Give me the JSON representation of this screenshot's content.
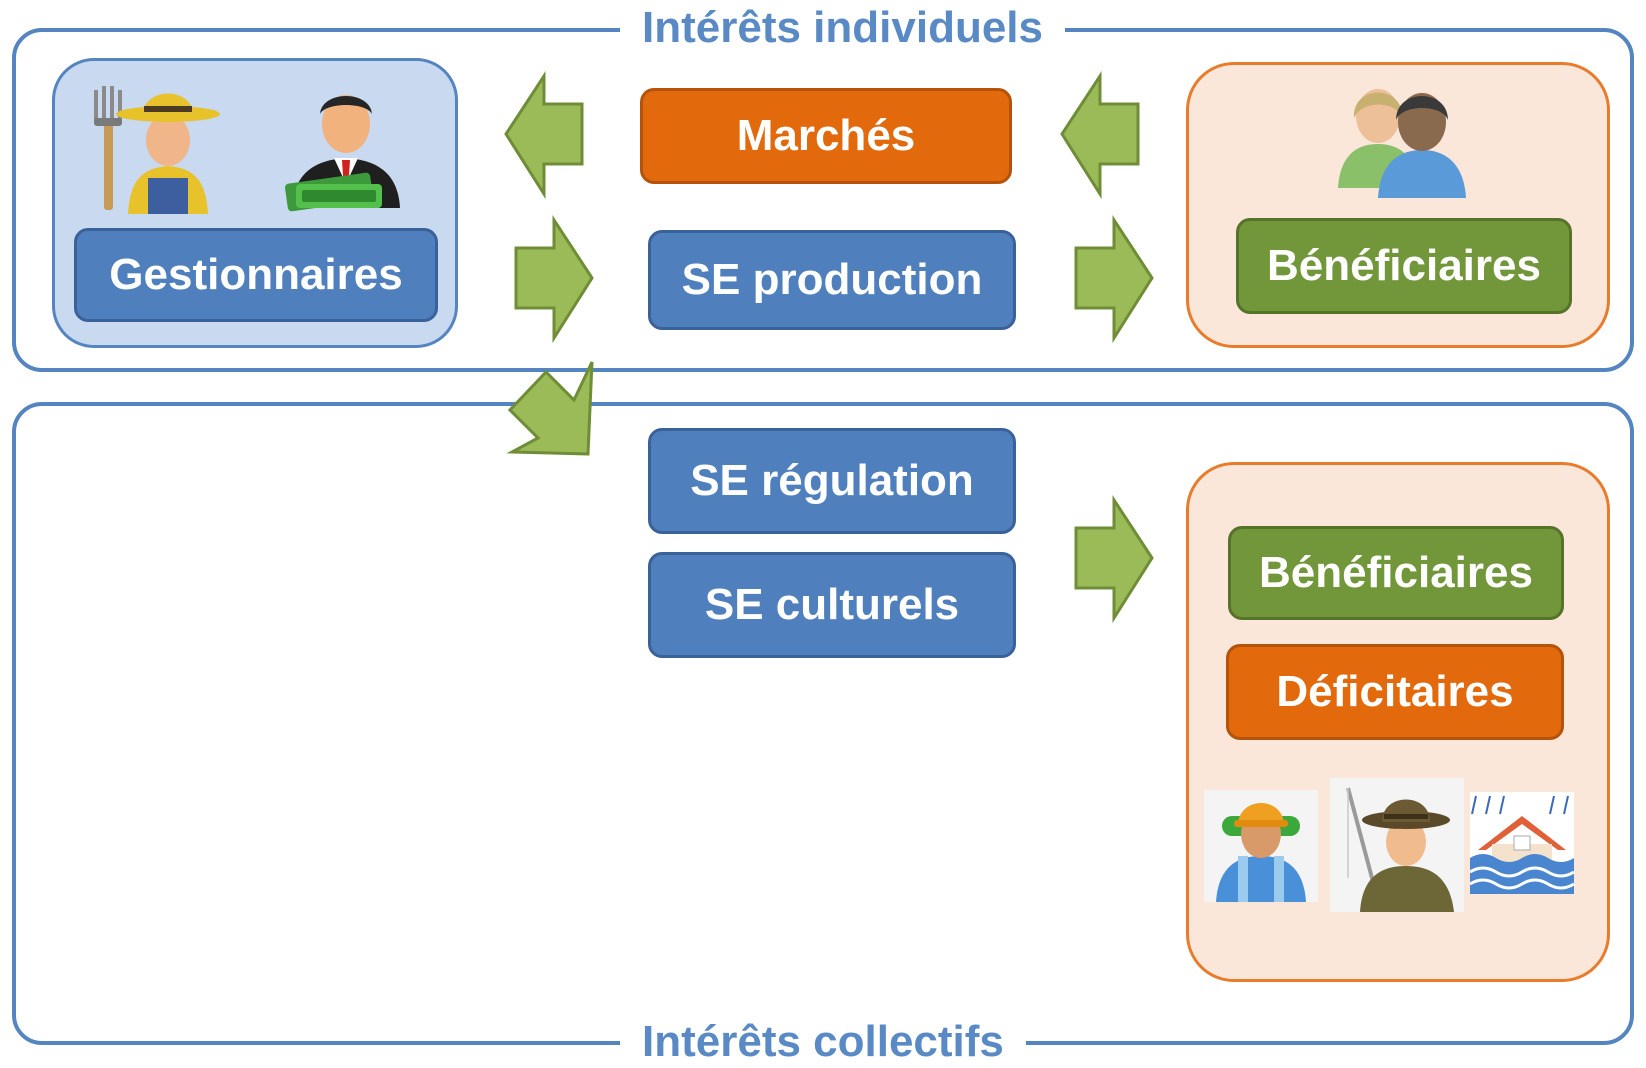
{
  "sections": {
    "individual_title": "Intérêts individuels",
    "collective_title": "Intérêts collectifs"
  },
  "actors": {
    "managers_label": "Gestionnaires",
    "individual_beneficiaries_label": "Bénéficiaires",
    "collective_beneficiaries_label": "Bénéficiaires",
    "deficit_label": "Déficitaires"
  },
  "services": {
    "markets_label": "Marchés",
    "production_label": "SE production",
    "regulation_label": "SE régulation",
    "cultural_label": "SE culturels"
  },
  "colors": {
    "frame": "#5585c1",
    "blue_box": "#4f80bd",
    "orange_box": "#e2690c",
    "green_box": "#72963a",
    "arrow": "#9bbb59"
  },
  "icons": [
    "farmer-icon",
    "businessman-icon",
    "users-icon",
    "hiker-icon",
    "fisherman-icon",
    "flooded-house-icon"
  ]
}
